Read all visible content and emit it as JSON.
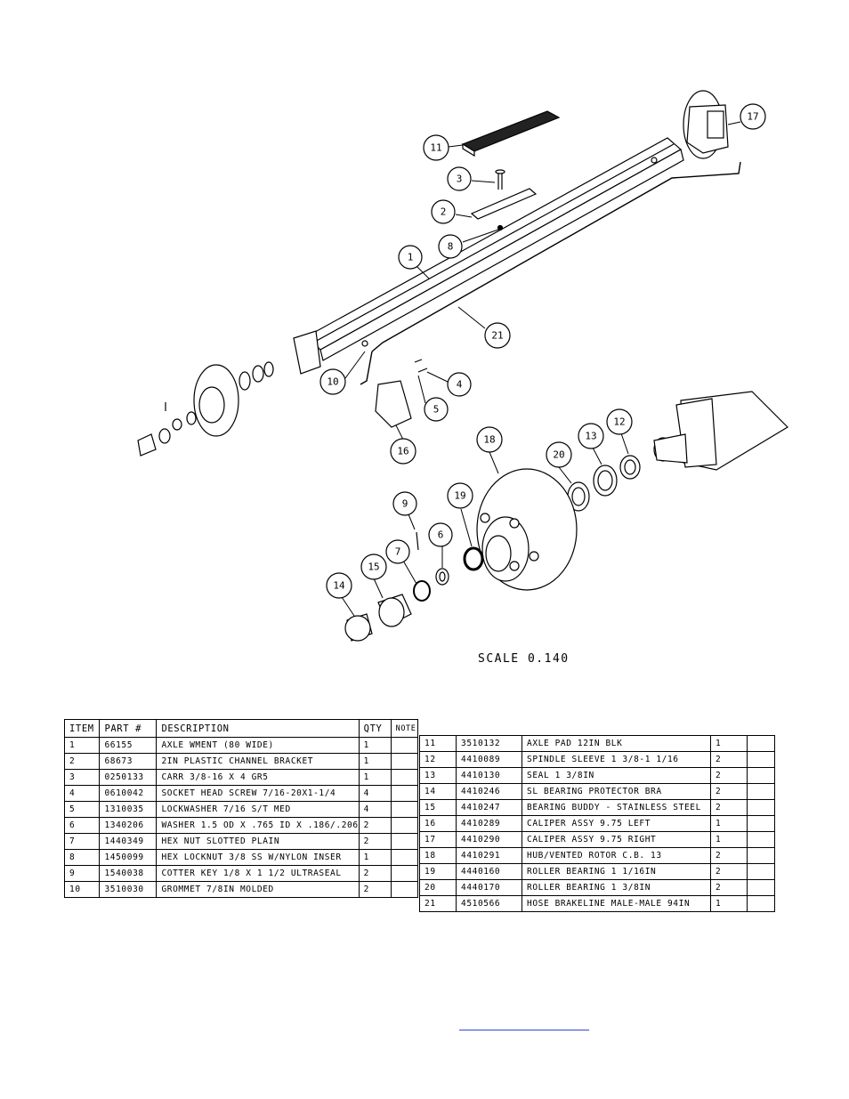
{
  "drawing": {
    "scale_label": "SCALE  0.140",
    "callouts": [
      "1",
      "2",
      "3",
      "4",
      "5",
      "6",
      "7",
      "8",
      "9",
      "10",
      "11",
      "12",
      "13",
      "14",
      "15",
      "16",
      "17",
      "18",
      "19",
      "20",
      "21"
    ]
  },
  "bom": {
    "headers": {
      "item": "ITEM",
      "part": "PART #",
      "description": "DESCRIPTION",
      "qty": "QTY",
      "note": "NOTE"
    },
    "left": [
      {
        "item": "1",
        "part": "66155",
        "description": "AXLE WMENT (80 WIDE)",
        "qty": "1",
        "note": ""
      },
      {
        "item": "2",
        "part": "68673",
        "description": "2IN PLASTIC CHANNEL BRACKET",
        "qty": "1",
        "note": ""
      },
      {
        "item": "3",
        "part": "0250133",
        "description": "CARR 3/8-16 X 4 GR5",
        "qty": "1",
        "note": ""
      },
      {
        "item": "4",
        "part": "0610042",
        "description": "SOCKET HEAD SCREW 7/16-20X1-1/4",
        "qty": "4",
        "note": ""
      },
      {
        "item": "5",
        "part": "1310035",
        "description": "LOCKWASHER 7/16 S/T MED",
        "qty": "4",
        "note": ""
      },
      {
        "item": "6",
        "part": "1340206",
        "description": "WASHER 1.5 OD X .765 ID X .186/.206",
        "qty": "2",
        "note": ""
      },
      {
        "item": "7",
        "part": "1440349",
        "description": "HEX NUT SLOTTED PLAIN",
        "qty": "2",
        "note": ""
      },
      {
        "item": "8",
        "part": "1450099",
        "description": "HEX LOCKNUT 3/8 SS W/NYLON INSER",
        "qty": "1",
        "note": ""
      },
      {
        "item": "9",
        "part": "1540038",
        "description": "COTTER KEY 1/8 X 1 1/2 ULTRASEAL",
        "qty": "2",
        "note": ""
      },
      {
        "item": "10",
        "part": "3510030",
        "description": "GROMMET  7/8IN MOLDED",
        "qty": "2",
        "note": ""
      }
    ],
    "right": [
      {
        "item": "11",
        "part": "3510132",
        "description": "AXLE PAD 12IN  BLK",
        "qty": "1",
        "note": ""
      },
      {
        "item": "12",
        "part": "4410089",
        "description": "SPINDLE SLEEVE  1 3/8-1 1/16",
        "qty": "2",
        "note": ""
      },
      {
        "item": "13",
        "part": "4410130",
        "description": "SEAL  1 3/8IN",
        "qty": "2",
        "note": ""
      },
      {
        "item": "14",
        "part": "4410246",
        "description": "SL BEARING PROTECTOR BRA",
        "qty": "2",
        "note": ""
      },
      {
        "item": "15",
        "part": "4410247",
        "description": "BEARING BUDDY - STAINLESS STEEL",
        "qty": "2",
        "note": ""
      },
      {
        "item": "16",
        "part": "4410289",
        "description": "CALIPER ASSY 9.75 LEFT",
        "qty": "1",
        "note": ""
      },
      {
        "item": "17",
        "part": "4410290",
        "description": "CALIPER ASSY 9.75 RIGHT",
        "qty": "1",
        "note": ""
      },
      {
        "item": "18",
        "part": "4410291",
        "description": "HUB/VENTED ROTOR C.B.  13",
        "qty": "2",
        "note": ""
      },
      {
        "item": "19",
        "part": "4440160",
        "description": "ROLLER BEARING   1 1/16IN",
        "qty": "2",
        "note": ""
      },
      {
        "item": "20",
        "part": "4440170",
        "description": "ROLLER BEARING   1 3/8IN",
        "qty": "2",
        "note": ""
      },
      {
        "item": "21",
        "part": "4510566",
        "description": "HOSE BRAKELINE MALE-MALE 94IN",
        "qty": "1",
        "note": ""
      }
    ]
  }
}
